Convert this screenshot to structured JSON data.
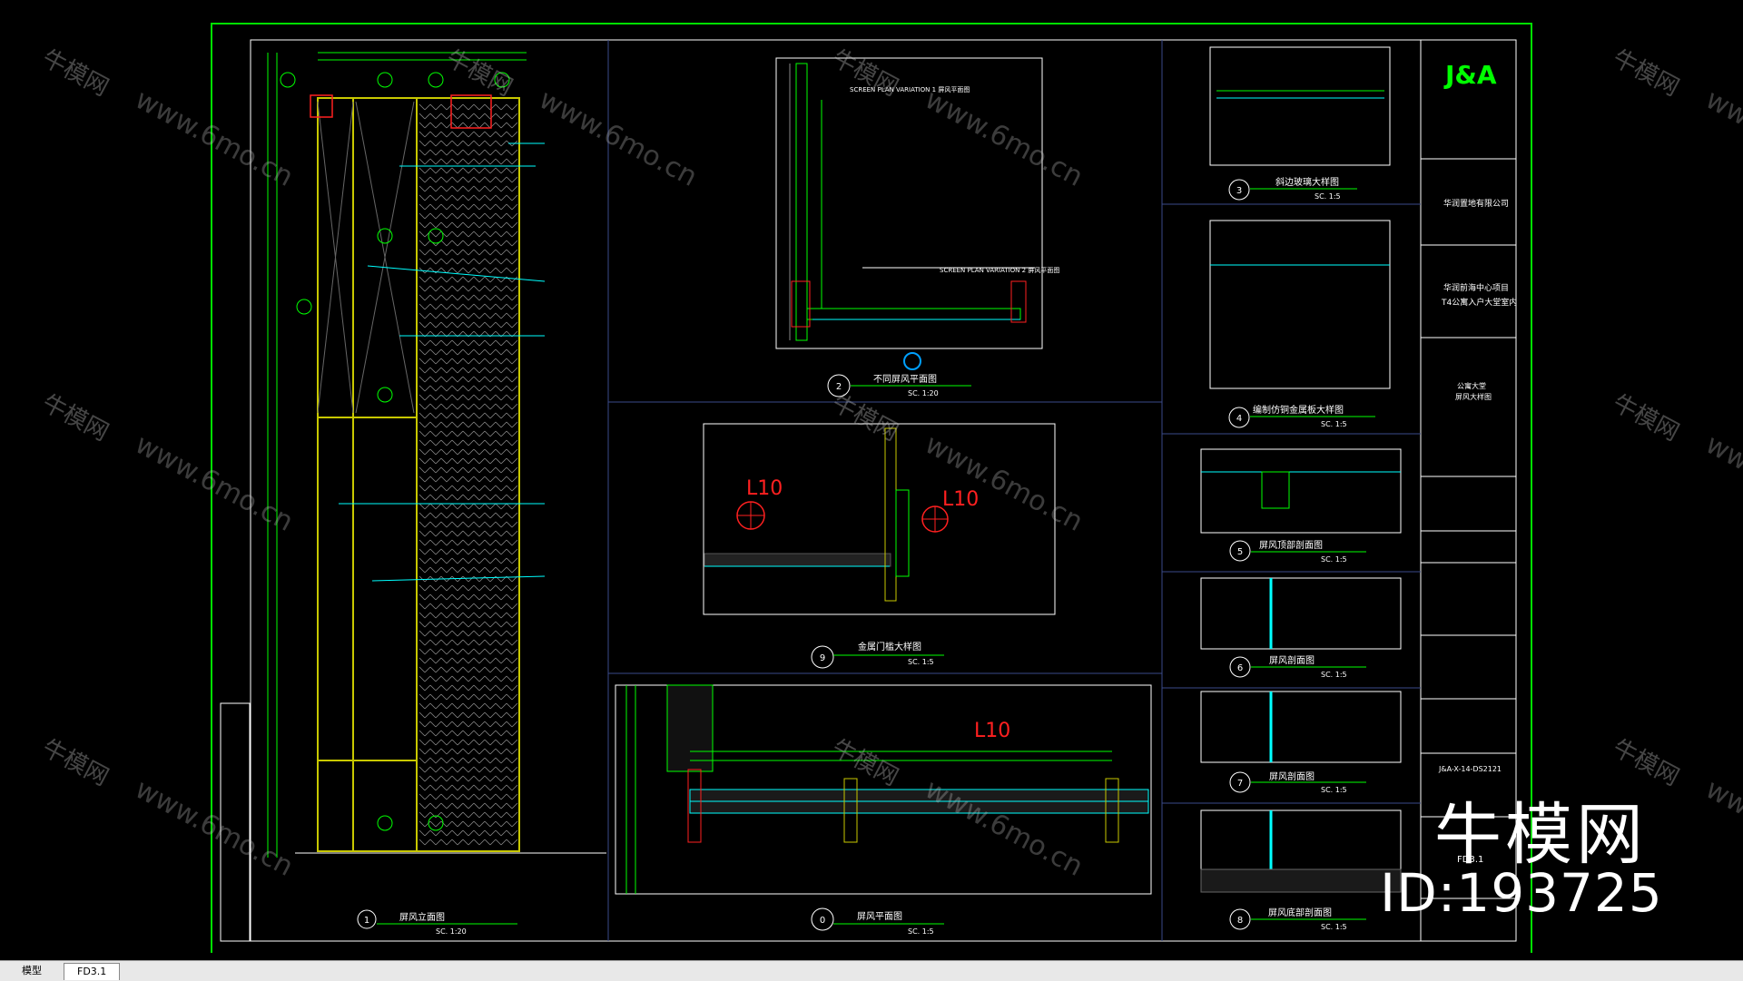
{
  "watermarks": {
    "brand": "牛模网",
    "url": "www.6mo.cn"
  },
  "overlay": {
    "brand": "牛模网",
    "id": "ID:193725"
  },
  "title_block": {
    "logo": "J&A",
    "project_lines": [
      "华润置地有限公司",
      "华润前海中心项目",
      "T4公寓入户大堂室内"
    ],
    "sheet_title_lines": [
      "公寓大堂",
      "屏风大样图"
    ],
    "drawing_no": "J&A-X-14-DS2121",
    "sheet_no": "FD3.1"
  },
  "drawings": {
    "d1": {
      "num": "1",
      "title": "屏风立面图",
      "scale": "SC. 1:20"
    },
    "d2": {
      "num": "2",
      "title": "不同屏风平面图",
      "scale": "SC. 1:20",
      "note1": "SCREEN PLAN VARIATION 1 屏风平面图",
      "note2": "SCREEN PLAN VARIATION 2 屏风平面图"
    },
    "d3": {
      "num": "3",
      "title": "斜边玻璃大样图",
      "scale": "SC. 1:5"
    },
    "d4": {
      "num": "4",
      "title": "编制仿铜金属板大样图",
      "scale": "SC. 1:5"
    },
    "d5": {
      "num": "5",
      "title": "屏风顶部剖面图",
      "scale": "SC. 1:5"
    },
    "d6": {
      "num": "6",
      "title": "屏风剖面图",
      "scale": "SC. 1:5"
    },
    "d7": {
      "num": "7",
      "title": "屏风剖面图",
      "scale": "SC. 1:5"
    },
    "d8": {
      "num": "8",
      "title": "屏风底部剖面图",
      "scale": "SC. 1:5"
    },
    "d9": {
      "num": "9",
      "title": "金属门槛大样图",
      "scale": "SC. 1:5"
    },
    "d0": {
      "num": "0",
      "title": "屏风平面图",
      "scale": "SC. 1:5"
    }
  },
  "level_marks": [
    "L10",
    "L10",
    "L10"
  ],
  "tabs": [
    {
      "label": "模型",
      "active": false
    },
    {
      "label": "FD3.1",
      "active": true
    }
  ],
  "colors": {
    "border": "#00e000",
    "frame": "#c8c800",
    "dim": "#00ff00",
    "leader": "#00ffff",
    "section": "#ff2020",
    "text": "#ffffff"
  }
}
